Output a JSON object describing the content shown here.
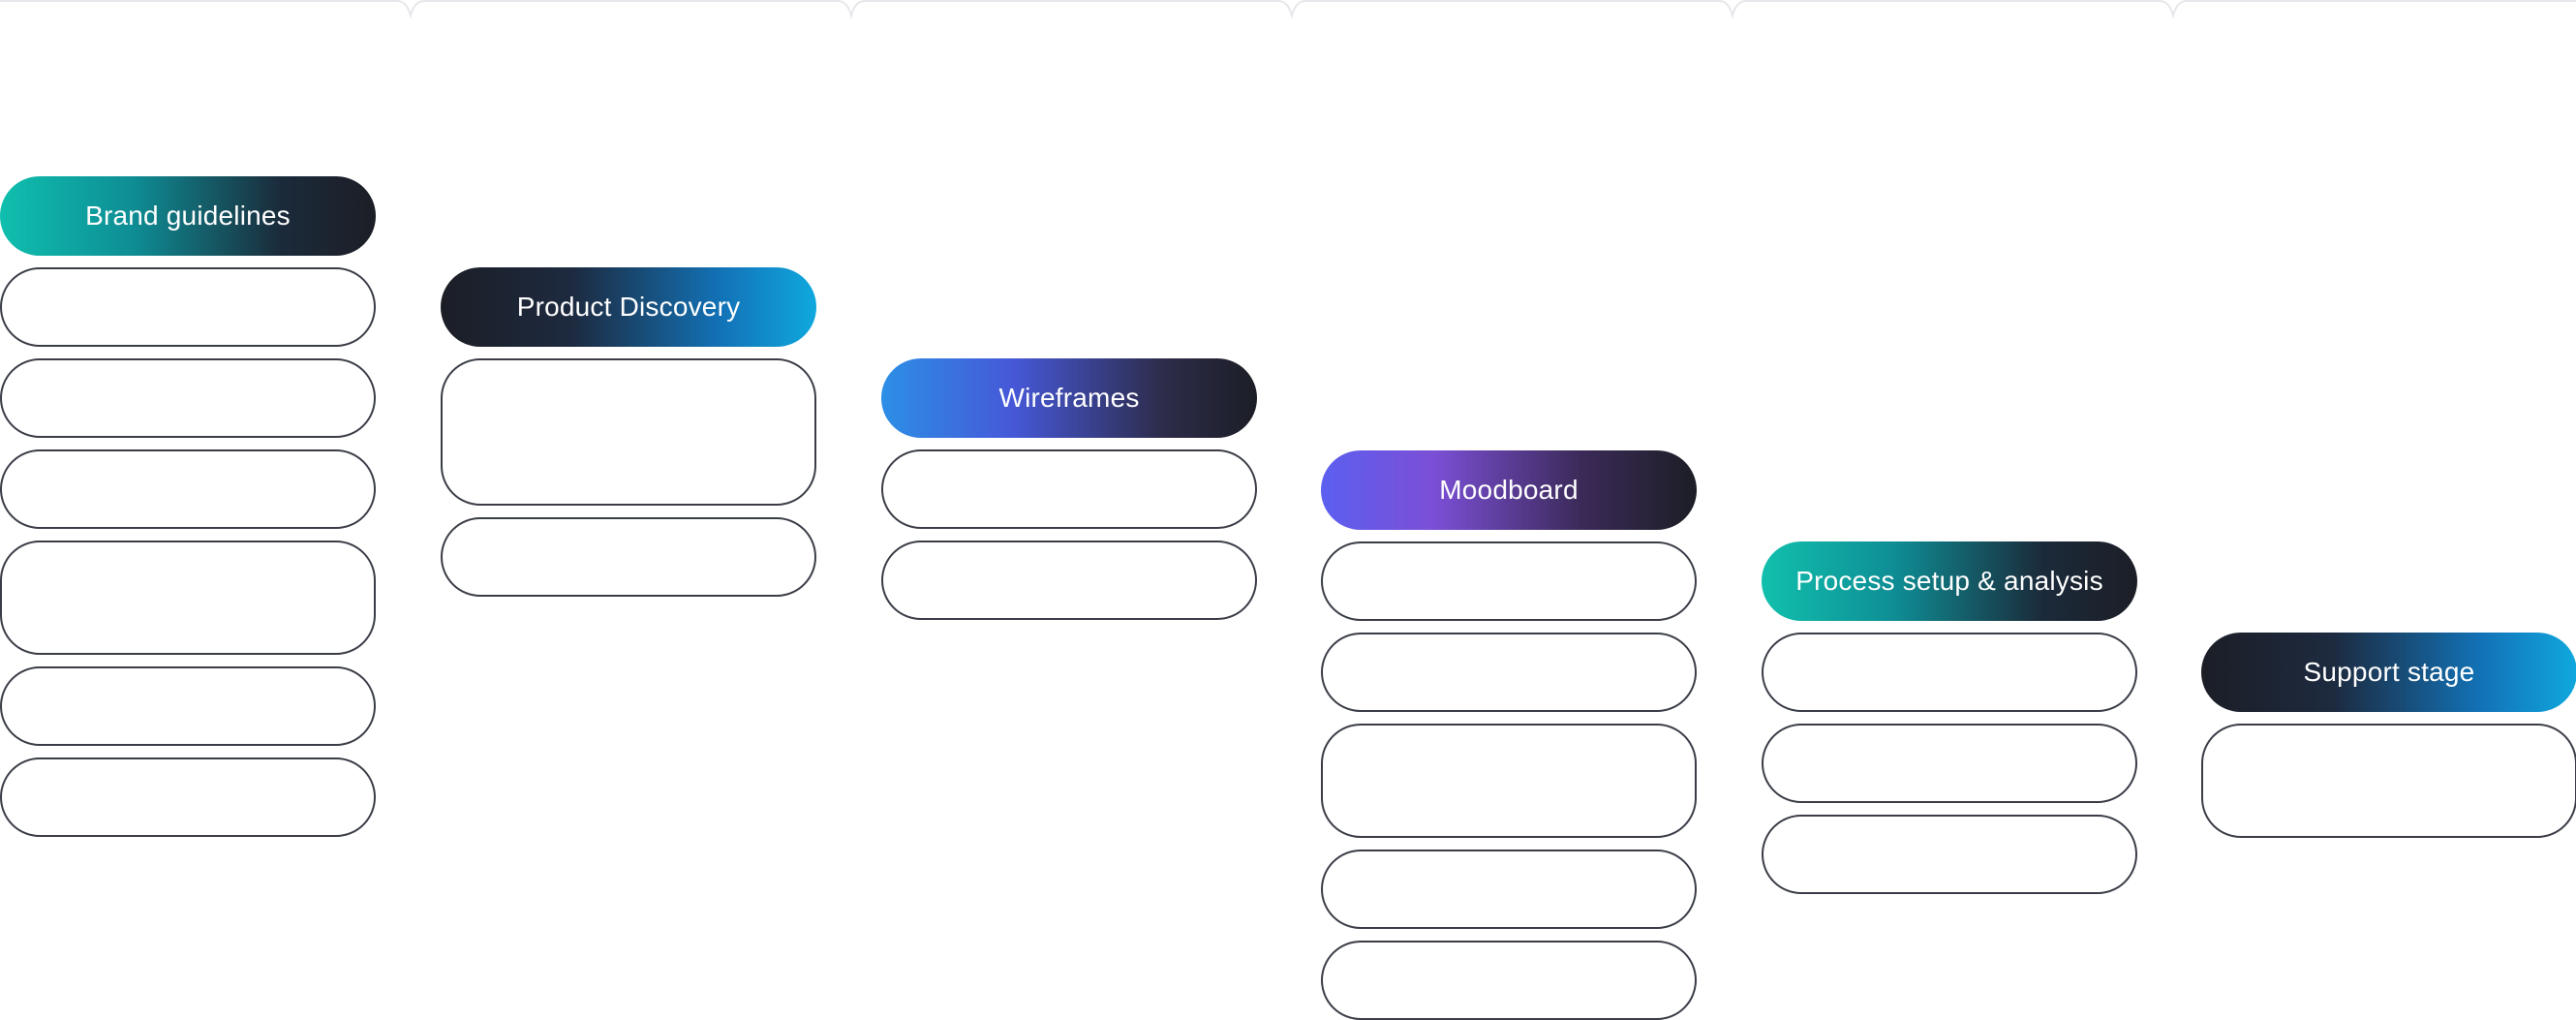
{
  "columns": [
    {
      "header": "Brand guidelines",
      "header_gradient": [
        "#0fbfae",
        "#1c1e26"
      ],
      "items": 6
    },
    {
      "header": "Product Discovery",
      "header_gradient": [
        "#1c1e26",
        "#10a8de"
      ],
      "items": 2
    },
    {
      "header": "Wireframes",
      "header_gradient": [
        "#2c8fe6",
        "#1c1e26"
      ],
      "items": 2
    },
    {
      "header": "Moodboard",
      "header_gradient": [
        "#5c5ff0",
        "#1c1e26"
      ],
      "items": 5
    },
    {
      "header": "Process setup & analysis",
      "header_gradient": [
        "#11c0ad",
        "#1c1e26"
      ],
      "items": 3
    },
    {
      "header": "Support stage",
      "header_gradient": [
        "#1c1e26",
        "#10a8de"
      ],
      "items": 1
    }
  ],
  "colors": {
    "item_border": "#3a3d47",
    "background": "#ffffff"
  }
}
